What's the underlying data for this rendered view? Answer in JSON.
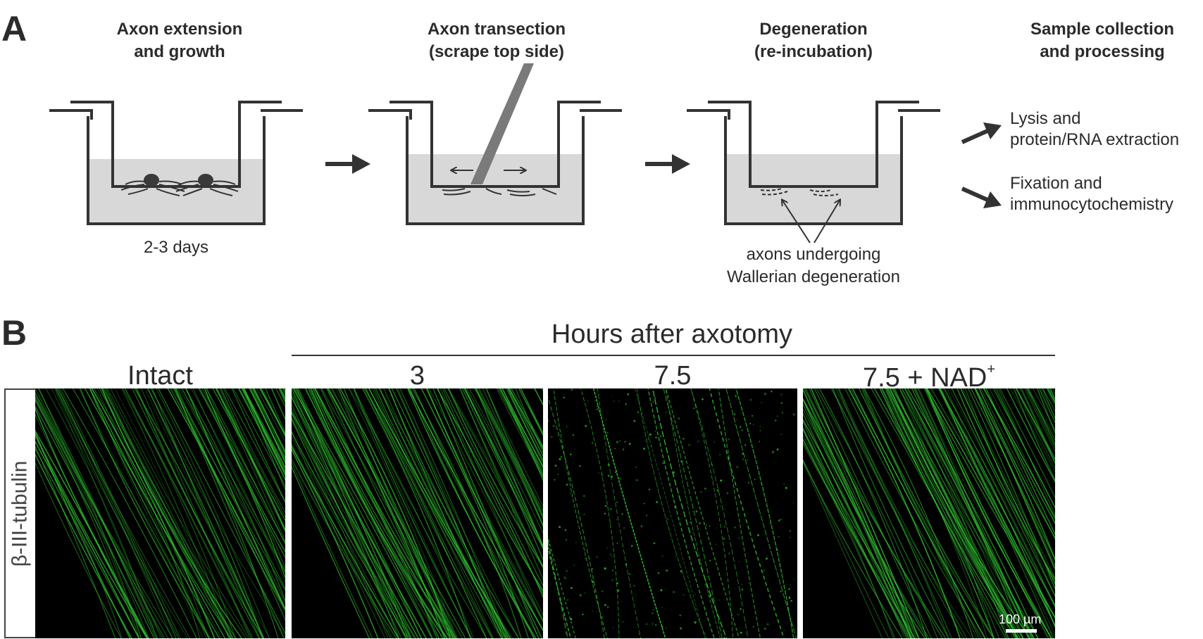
{
  "panel_a": {
    "letter": "A",
    "steps": [
      {
        "title_line1": "Axon extension",
        "title_line2": "and growth",
        "caption": "2-3 days"
      },
      {
        "title_line1": "Axon transection",
        "title_line2": "(scrape top side)"
      },
      {
        "title_line1": "Degeneration",
        "title_line2": "(re-incubation)",
        "caption_line1": "axons undergoing",
        "caption_line2": "Wallerian degeneration"
      },
      {
        "title_line1": "Sample collection",
        "title_line2": "and processing"
      }
    ],
    "outcomes": [
      {
        "line1": "Lysis and",
        "line2": "protein/RNA extraction"
      },
      {
        "line1": "Fixation and",
        "line2": "immunocytochemistry"
      }
    ],
    "colors": {
      "medium": "#d8d8d9",
      "insert": "#333333",
      "blade": "#7a7a7a",
      "cell_body": "#3a3a3a"
    }
  },
  "panel_b": {
    "letter": "B",
    "group_header": "Hours after axotomy",
    "columns": [
      {
        "label": "Intact",
        "density": "high"
      },
      {
        "label": "3",
        "density": "high"
      },
      {
        "label": "7.5",
        "density": "low-fragmented"
      },
      {
        "label": "7.5 + NAD",
        "superscript": "+",
        "density": "high"
      }
    ],
    "row_label": "β-III-tubulin",
    "scale_bar": "100 µm",
    "colors": {
      "axon": "#2fbf2f",
      "background": "#000000"
    }
  }
}
